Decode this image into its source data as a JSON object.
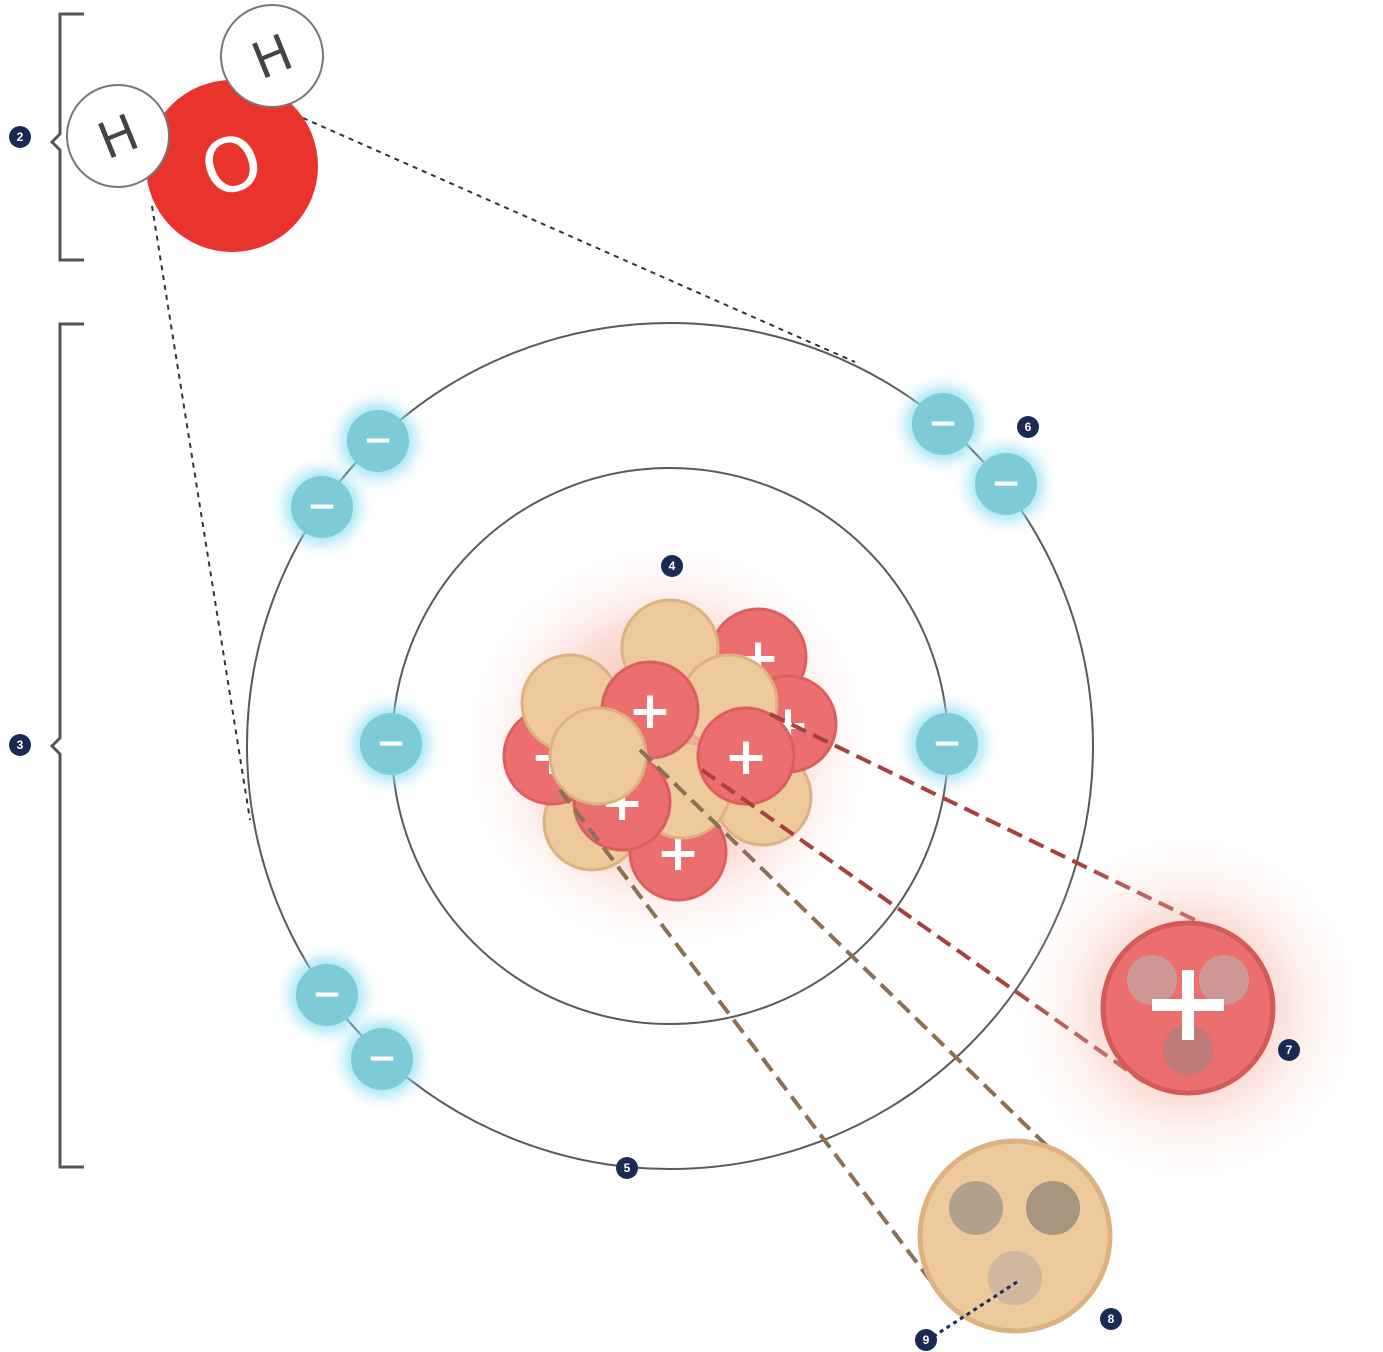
{
  "molecule": {
    "oxygen_label": "O",
    "hydrogen_label": "H",
    "oxygen_color": "#e8342c",
    "hydrogen_color": "#ffffff"
  },
  "markers": [
    {
      "id": "marker-2",
      "label": "2"
    },
    {
      "id": "marker-3",
      "label": "3"
    },
    {
      "id": "marker-4",
      "label": "4"
    },
    {
      "id": "marker-5",
      "label": "5"
    },
    {
      "id": "marker-6",
      "label": "6"
    },
    {
      "id": "marker-7",
      "label": "7"
    },
    {
      "id": "marker-8",
      "label": "8"
    },
    {
      "id": "marker-9",
      "label": "9"
    }
  ],
  "charges": {
    "electron_sign": "−",
    "proton_sign": "+"
  },
  "colors": {
    "electron": "#7ccbd6",
    "electron_glow": "#8fe0f0",
    "proton": "#ec6f6f",
    "neutron": "#edc99b",
    "marker": "#1b2a55",
    "orbit": "#555555"
  }
}
